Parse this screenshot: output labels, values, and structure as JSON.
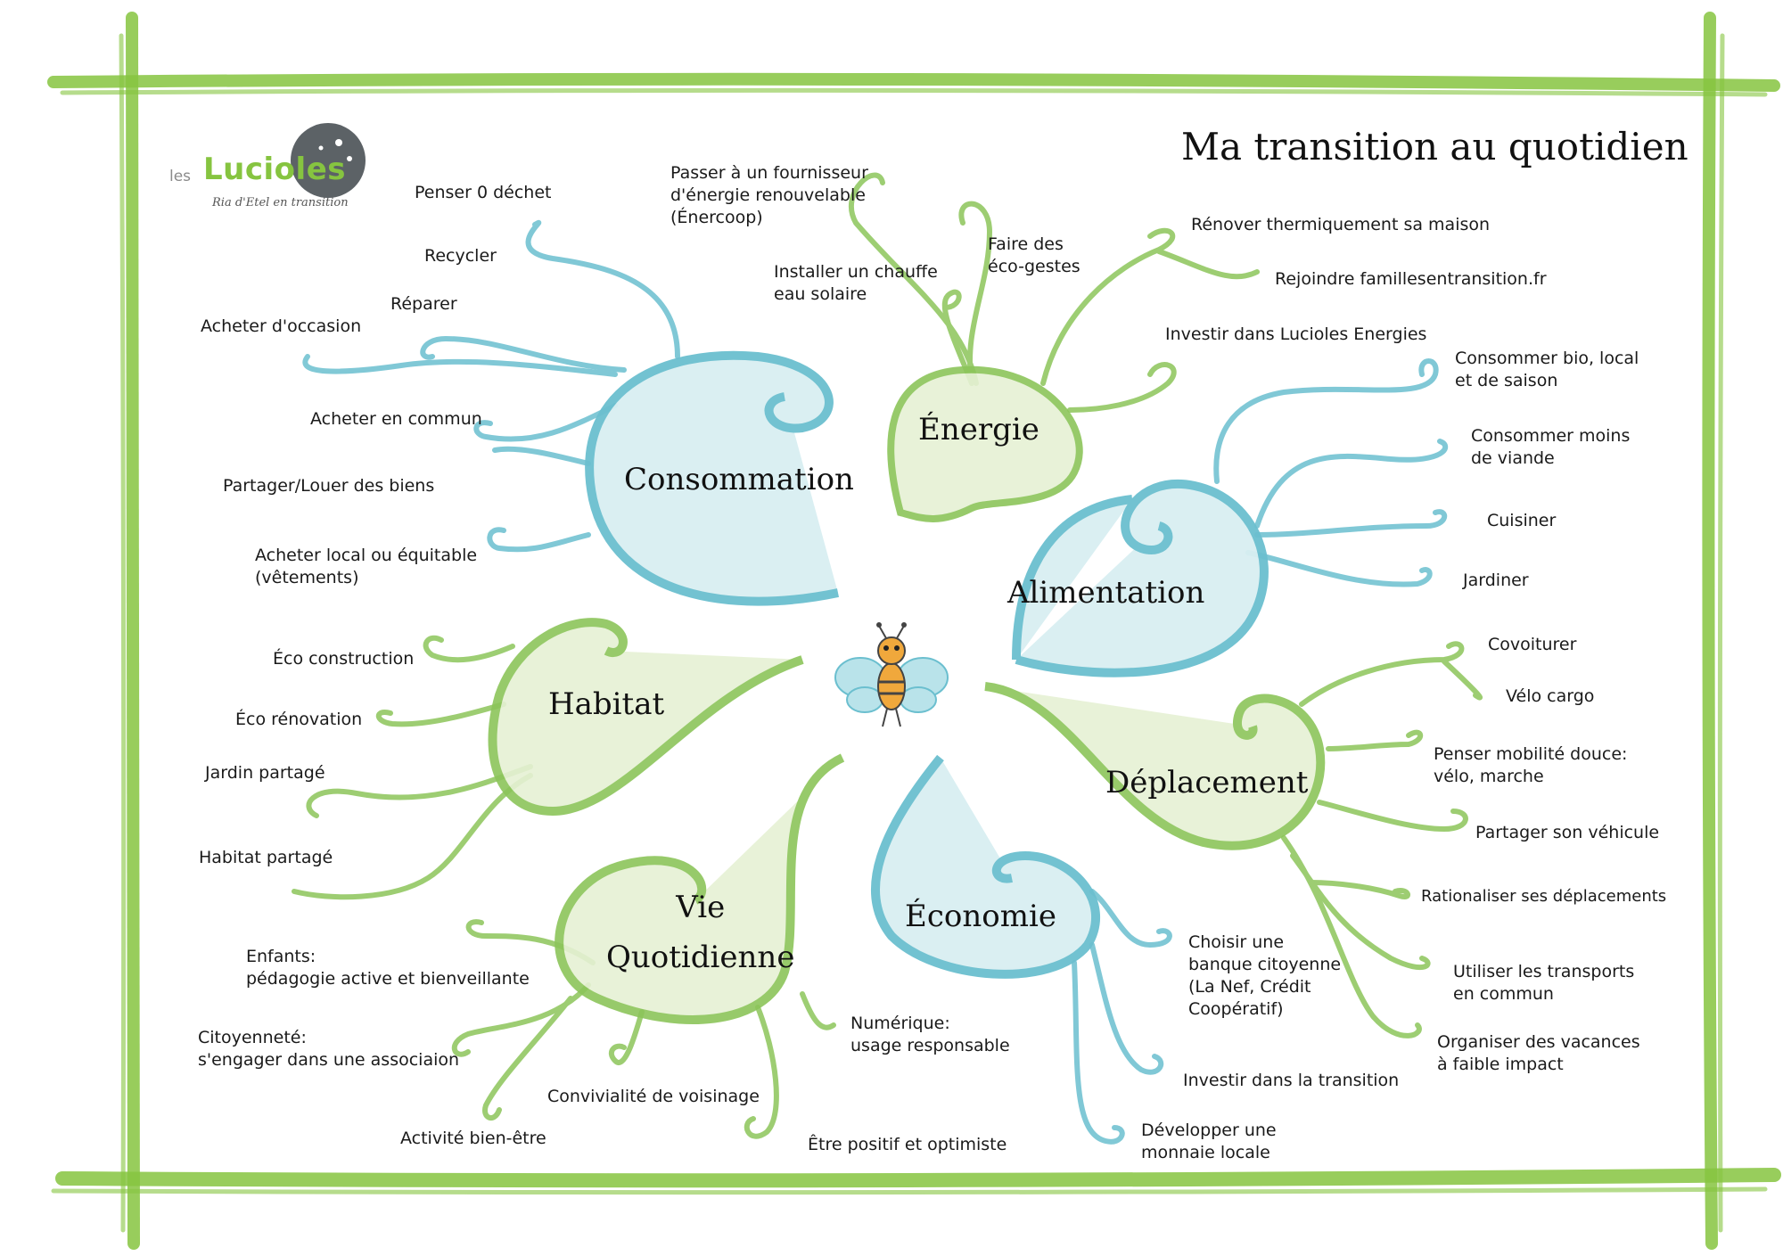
{
  "title": "Ma transition au quotidien",
  "logo": {
    "prefix": "les",
    "name": "Lucioles",
    "tagline": "Ria d'Etel en transition"
  },
  "colors": {
    "green": "#8cc55a",
    "blue": "#6bbfcf",
    "green_fill": "#e6f1d4",
    "blue_fill": "#d9eff2",
    "frame": "#86c440"
  },
  "hubs": {
    "consommation": "Consommation",
    "energie": "Énergie",
    "alimentation": "Alimentation",
    "habitat": "Habitat",
    "deplacement": "Déplacement",
    "vie": "Vie\nQuotidienne",
    "economie": "Économie"
  },
  "leaves": {
    "penser_0_dechet": "Penser 0 déchet",
    "recycler": "Recycler",
    "reparer": "Réparer",
    "acheter_occasion": "Acheter d'occasion",
    "acheter_commun": "Acheter en commun",
    "partager_louer": "Partager/Louer des biens",
    "acheter_local": "Acheter local ou équitable\n(vêtements)",
    "fournisseur": "Passer à un fournisseur\nd'énergie renouvelable\n(Énercoop)",
    "chauffe_eau": "Installer un chauffe\neau solaire",
    "eco_gestes": "Faire des\néco-gestes",
    "renover": "Rénover thermiquement sa maison",
    "familles": "Rejoindre famillesentransition.fr",
    "lucioles_energies": "Investir dans Lucioles Energies",
    "bio_local": "Consommer bio, local\net de saison",
    "moins_viande": "Consommer moins\nde viande",
    "cuisiner": "Cuisiner",
    "jardiner": "Jardiner",
    "eco_construction": "Éco construction",
    "eco_renovation": "Éco rénovation",
    "jardin_partage": "Jardin partagé",
    "habitat_partage": "Habitat partagé",
    "covoiturer": "Covoiturer",
    "velo_cargo": "Vélo cargo",
    "mobilite_douce": "Penser mobilité douce:\nvélo, marche",
    "partager_vehicule": "Partager son véhicule",
    "rationaliser": "Rationaliser ses déplacements",
    "transports_commun": "Utiliser les transports\nen commun",
    "vacances": "Organiser des vacances\nà faible impact",
    "enfants": "Enfants:\npédagogie active et bienveillante",
    "citoyennete": "Citoyenneté:\ns'engager dans une associaion",
    "bien_etre": "Activité bien-être",
    "convivialite": "Convivialité de voisinage",
    "positif": "Être positif et optimiste",
    "numerique": "Numérique:\nusage responsable",
    "banque": "Choisir une\nbanque citoyenne\n(La Nef, Crédit\nCoopératif)",
    "investir_transition": "Investir dans la transition",
    "monnaie": "Développer une\nmonnaie locale"
  }
}
